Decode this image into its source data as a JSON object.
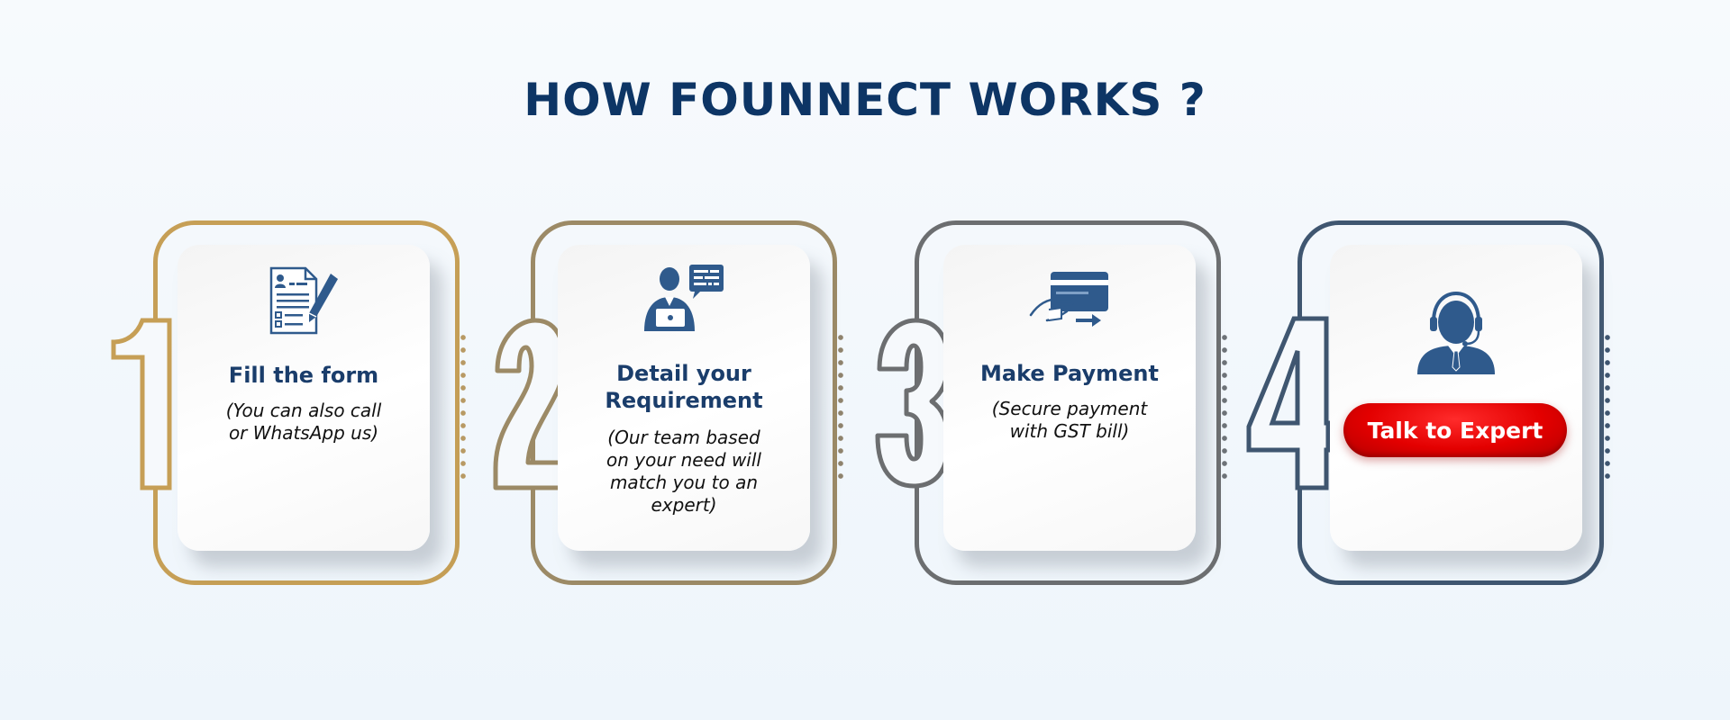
{
  "heading": "HOW FOUNNECT WORKS ?",
  "steps": [
    {
      "number": "1",
      "title": "Fill the form",
      "desc_lines": [
        "(You can also call",
        "or WhatsApp us)"
      ],
      "frame_color": "#c69f56",
      "icon": "form-pen-icon"
    },
    {
      "number": "2",
      "title_lines": [
        "Detail your",
        "Requirement"
      ],
      "desc_lines": [
        "(Our team based",
        "on your need will",
        "match you to an",
        "expert)"
      ],
      "frame_color": "#9c8a66",
      "icon": "expert-laptop-icon"
    },
    {
      "number": "3",
      "title": "Make Payment",
      "desc_lines": [
        "(Secure payment",
        "with GST bill)"
      ],
      "frame_color": "#6c6e70",
      "icon": "card-payment-icon"
    },
    {
      "number": "4",
      "button_label": "Talk to Expert",
      "frame_color": "#3f5670",
      "icon": "headset-agent-icon"
    }
  ],
  "colors": {
    "heading": "#0d3565",
    "card_title": "#1a3d6b",
    "icon": "#2f5a8c",
    "button": "#e30000"
  }
}
